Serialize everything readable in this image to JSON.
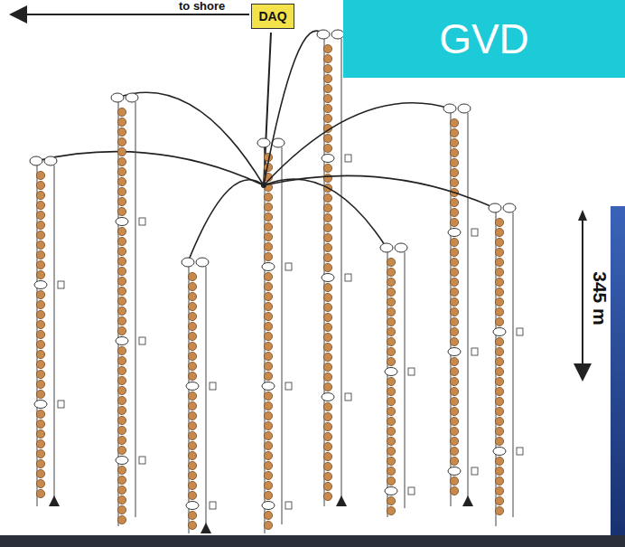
{
  "diagram": {
    "nodes": [
      {
        "text": [
          "DAQ"
        ]
      },
      {
        "text": [
          "GVD"
        ]
      }
    ],
    "labels": [
      "to shore",
      "345 m"
    ]
  }
}
